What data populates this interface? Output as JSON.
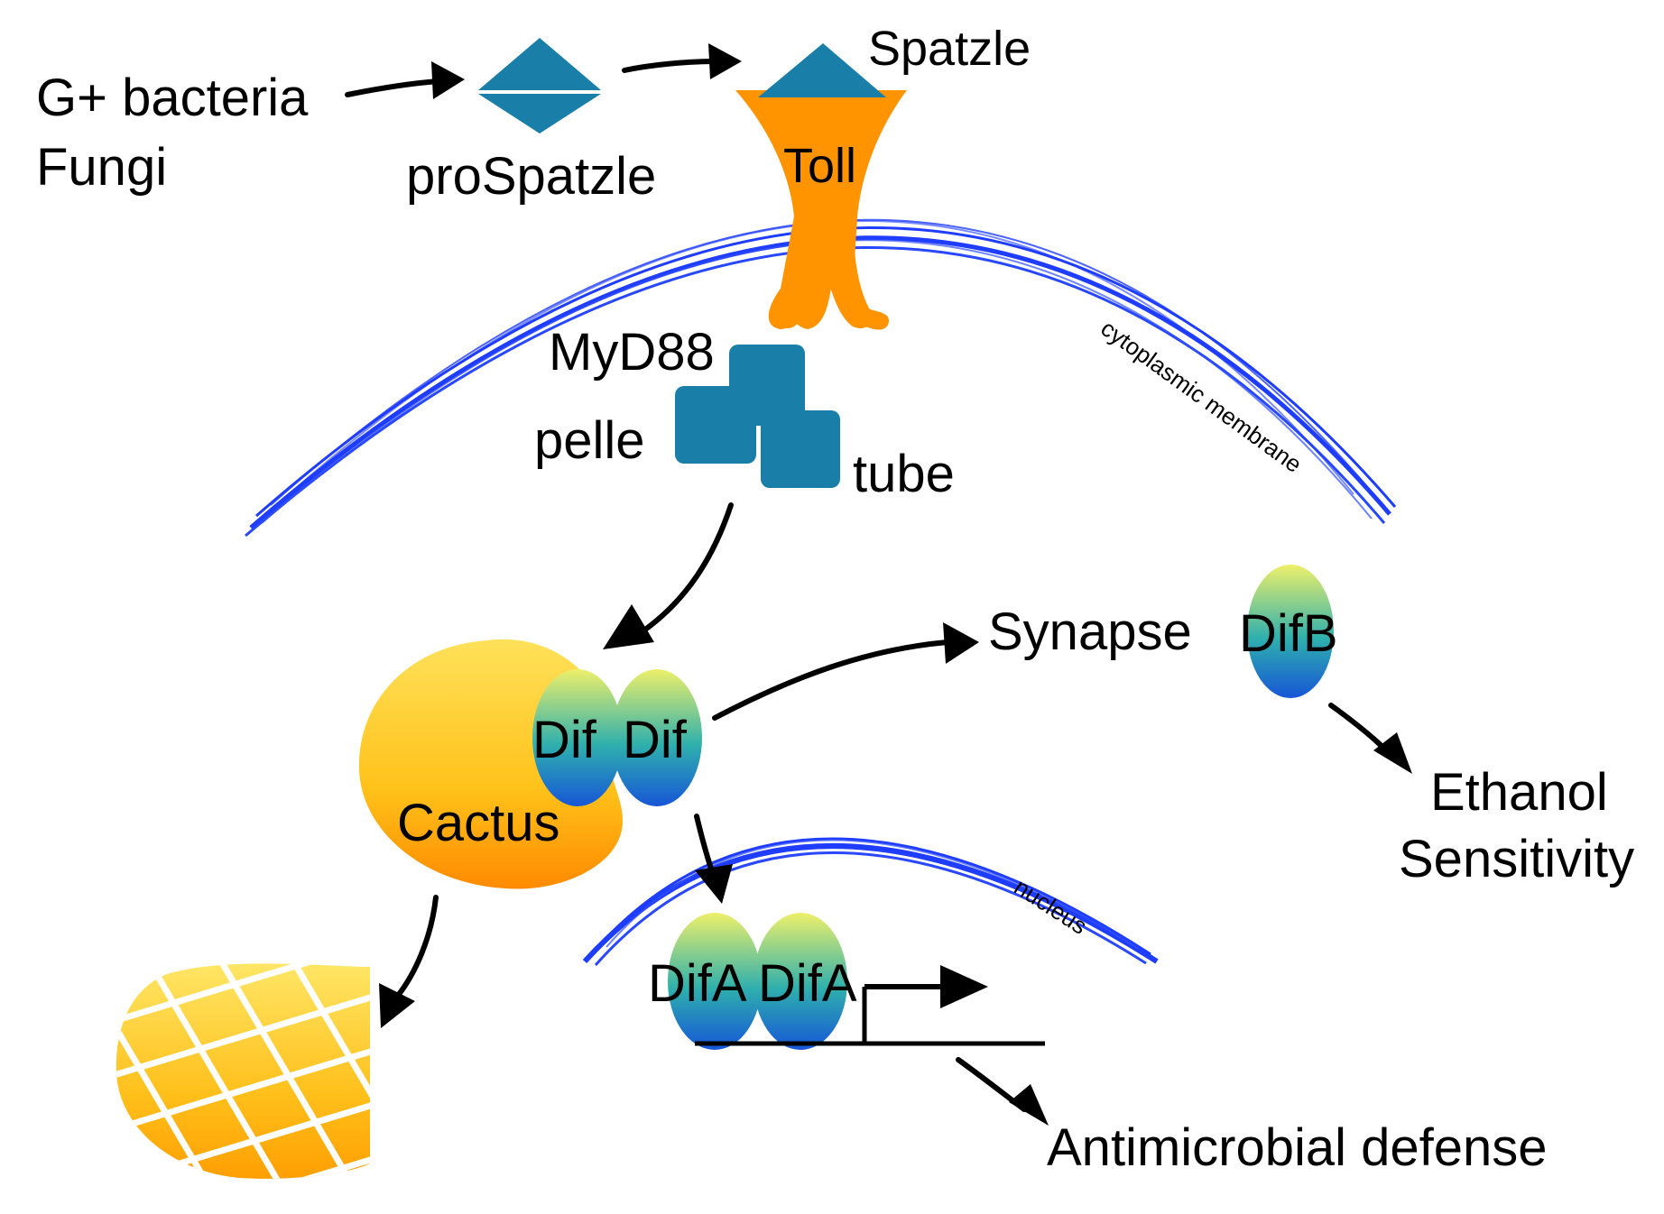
{
  "labels": {
    "g_bacteria": "G+ bacteria",
    "fungi": "Fungi",
    "prospatzle": "proSpatzle",
    "spatzle": "Spatzle",
    "toll": "Toll",
    "myd88": "MyD88",
    "pelle": "pelle",
    "tube": "tube",
    "cytoplasmic_membrane": "cytoplasmic membrane",
    "synapse": "Synapse",
    "difb": "DifB",
    "ethanol": "Ethanol",
    "sensitivity": "Sensitivity",
    "dif_1": "Dif",
    "dif_2": "Dif",
    "cactus": "Cactus",
    "nucleus": "nucleus",
    "difa_1": "DifA",
    "difa_2": "DifA",
    "antimicrobial_defense": "Antimicrobial defense"
  },
  "colors": {
    "protein_blue": "#1a7fa8",
    "toll_orange": "#ff9400",
    "membrane_blue": "#1f3dff",
    "cactus_yellow": "#ffd23a",
    "cactus_orange": "#ff8c00",
    "dif_top": "#e8ef6a",
    "dif_mid": "#2aaeb0",
    "dif_bottom": "#1a5bd0"
  }
}
